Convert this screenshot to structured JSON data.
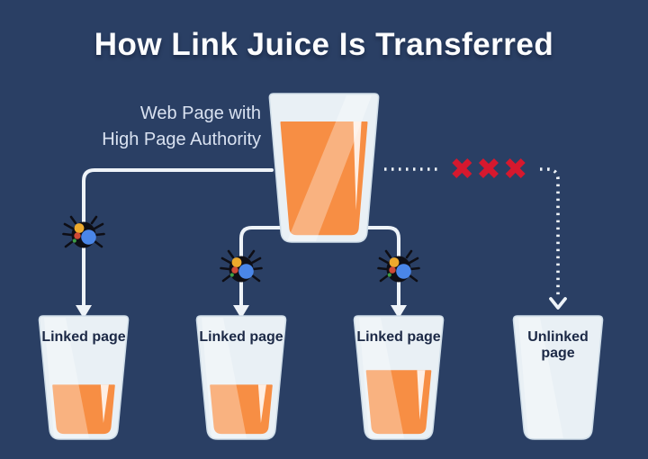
{
  "title": "How Link Juice Is Transferred",
  "source_page": {
    "label": "Web Page with\nHigh Page Authority"
  },
  "blocked_marks": "✖✖✖",
  "colors": {
    "background": "#2a3f64",
    "juice": "#f78e44",
    "glass": "#e9f0f5",
    "blocked_x": "#d6182e",
    "connector": "#eef3f8"
  },
  "glasses": [
    {
      "id": "source",
      "label": "",
      "fill_level": 0.85
    },
    {
      "id": "linked-1",
      "label": "Linked page",
      "fill_level": 0.44
    },
    {
      "id": "linked-2",
      "label": "Linked page",
      "fill_level": 0.44
    },
    {
      "id": "linked-3",
      "label": "Linked page",
      "fill_level": 0.57
    },
    {
      "id": "unlinked",
      "label": "Unlinked page",
      "fill_level": 0
    }
  ]
}
